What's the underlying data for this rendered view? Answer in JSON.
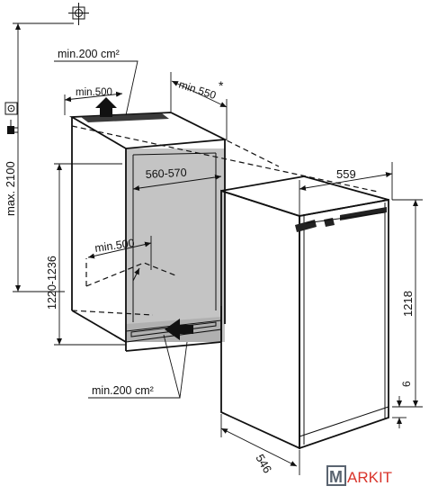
{
  "labels": {
    "max_height": "max. 2100",
    "vent_area_top": "min.200 cm²",
    "min_500_top": "min.500",
    "min_550": "min.550",
    "asterisk": "*",
    "niche_width": "560-570",
    "niche_height": "1220-1236",
    "min_500_mid": "min.500",
    "vent_area_bottom": "min.200 cm²",
    "appliance_width": "559",
    "appliance_height": "1218",
    "appliance_depth": "546",
    "plinth_gap": "6",
    "brand_m": "M",
    "brand_rest": "ARKIT"
  },
  "colors": {
    "ink": "#111111",
    "niche_fill": "#b9b9b9",
    "niche_fill_light": "#d6d6d6",
    "brand_red": "#d9342b",
    "brand_box": "#5a6470"
  },
  "icons": [
    "crosshair-icon",
    "power-socket-icon",
    "power-plug-icon",
    "airflow-arrow-icon"
  ]
}
